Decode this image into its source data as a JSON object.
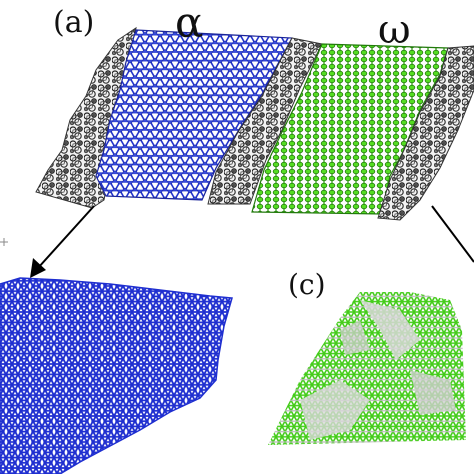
{
  "figure": {
    "panel_a_label": "(a)",
    "panel_c_label": "(c)",
    "phase_alpha_label": "α",
    "phase_omega_label": "ω"
  },
  "colors": {
    "alpha_phase": "#2233cc",
    "omega_phase": "#33cc11",
    "interface": "#333333",
    "omega_region_c_secondary": "#cccccc",
    "background": "#ffffff"
  }
}
